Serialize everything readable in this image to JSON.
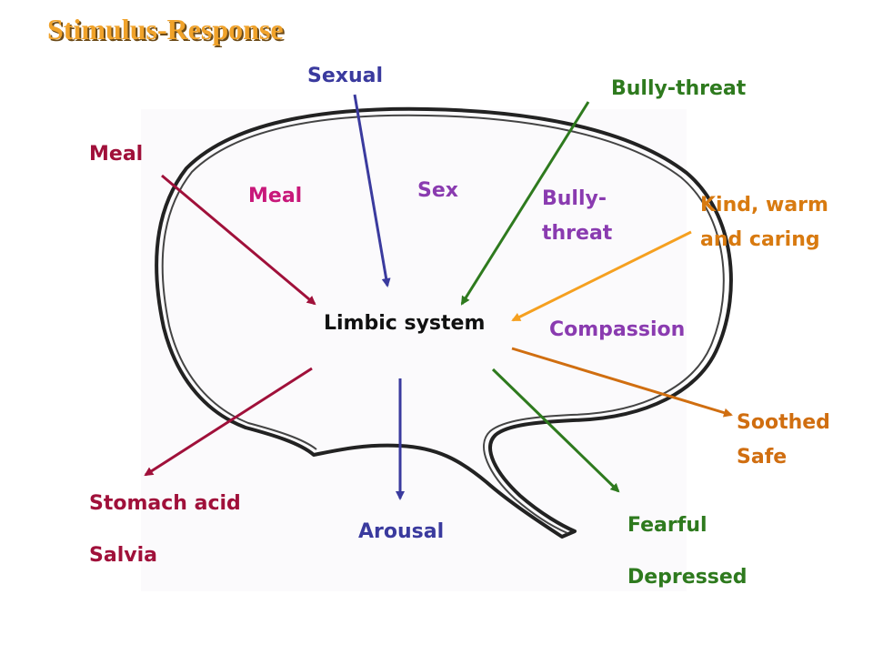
{
  "title": "Stimulus-Response",
  "center_label": "Limbic system",
  "colors": {
    "title": "#f0a22a",
    "meal": "#a0103a",
    "sexual": "#3a3a9e",
    "bully": "#2e7a1e",
    "kind": "#f5a020",
    "soothed": "#d06e10",
    "compassion": "#8a3bb0",
    "outline": "#222222"
  },
  "stimuli": {
    "meal": "Meal",
    "sexual": "Sexual",
    "bully_threat": "Bully-threat",
    "kind": [
      "Kind, warm",
      "and caring"
    ]
  },
  "inner_labels": {
    "meal": "Meal",
    "sex": "Sex",
    "bully_threat": [
      "Bully-",
      "threat"
    ],
    "compassion": "Compassion"
  },
  "responses": {
    "stomach": [
      "Stomach acid",
      "Salvia"
    ],
    "arousal": "Arousal",
    "fearful": [
      "Fearful",
      "Depressed"
    ],
    "soothed": [
      "Soothed",
      "Safe"
    ]
  }
}
